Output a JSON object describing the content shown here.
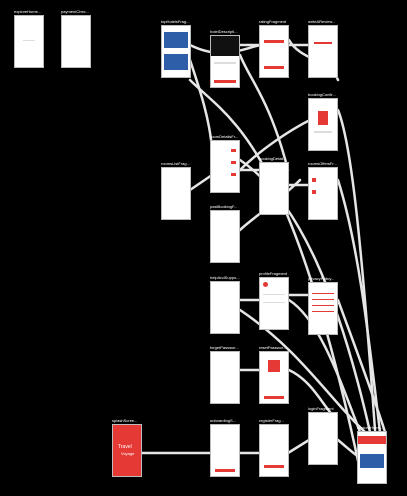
{
  "nodes": [
    {
      "id": "exploreHome",
      "label": "exploreHome..."
    },
    {
      "id": "paymentChec",
      "label": "paymentChec..."
    },
    {
      "id": "topHotelsFrag",
      "label": "topHotelsFrag..."
    },
    {
      "id": "hotelDescript",
      "label": "hotelDescripti..."
    },
    {
      "id": "ratingFragment",
      "label": "ratingFragment"
    },
    {
      "id": "writeAReview",
      "label": "writeAReview..."
    },
    {
      "id": "bookingConfir",
      "label": "bookingConfir..."
    },
    {
      "id": "roomsListFrag",
      "label": "roomsListFrag..."
    },
    {
      "id": "roomDetails",
      "label": "roomDetailsFr..."
    },
    {
      "id": "bookingDetail",
      "label": "bookingDetail..."
    },
    {
      "id": "roomsOffersF",
      "label": "roomsOffersFr..."
    },
    {
      "id": "pastBookingF",
      "label": "pastBookingF..."
    },
    {
      "id": "helpAndSuppo",
      "label": "helpAndSuppo..."
    },
    {
      "id": "profileFragment",
      "label": "profileFragment"
    },
    {
      "id": "privacyPolicy",
      "label": "privacyPolicy..."
    },
    {
      "id": "forgetPassword",
      "label": "forgetPasswor..."
    },
    {
      "id": "resetPassword",
      "label": "resetPasswor..."
    },
    {
      "id": "splashScreen",
      "label": "splashScree..."
    },
    {
      "id": "onboardingS",
      "label": "onboardingS..."
    },
    {
      "id": "registerFrag",
      "label": "registerFrag..."
    },
    {
      "id": "loginFragment",
      "label": "loginFragment"
    },
    {
      "id": "exploreHome2",
      "label": "exploreHome..."
    }
  ],
  "splash": {
    "brand_line1": "Travel",
    "brand_line2": "Voyage"
  },
  "colors": {
    "background": "#000000",
    "edge": "#e6e6e6",
    "accent": "#e53935"
  }
}
